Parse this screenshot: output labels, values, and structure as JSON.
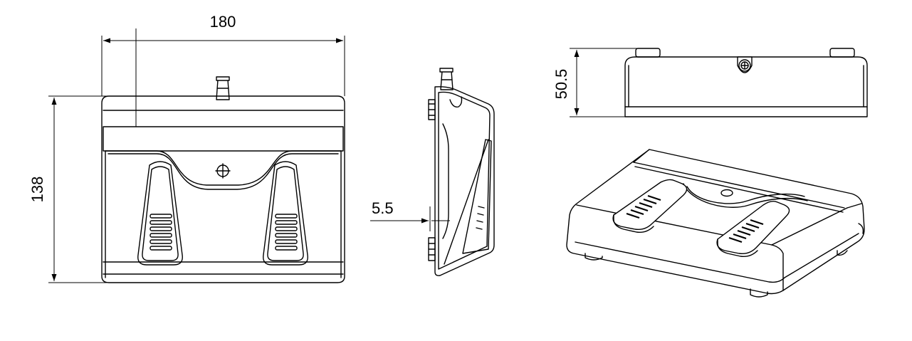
{
  "dimensions": {
    "width": "180",
    "height": "138",
    "offset": "5.5",
    "side_height": "50.5"
  },
  "colors": {
    "line": "#000000",
    "background": "#ffffff"
  }
}
